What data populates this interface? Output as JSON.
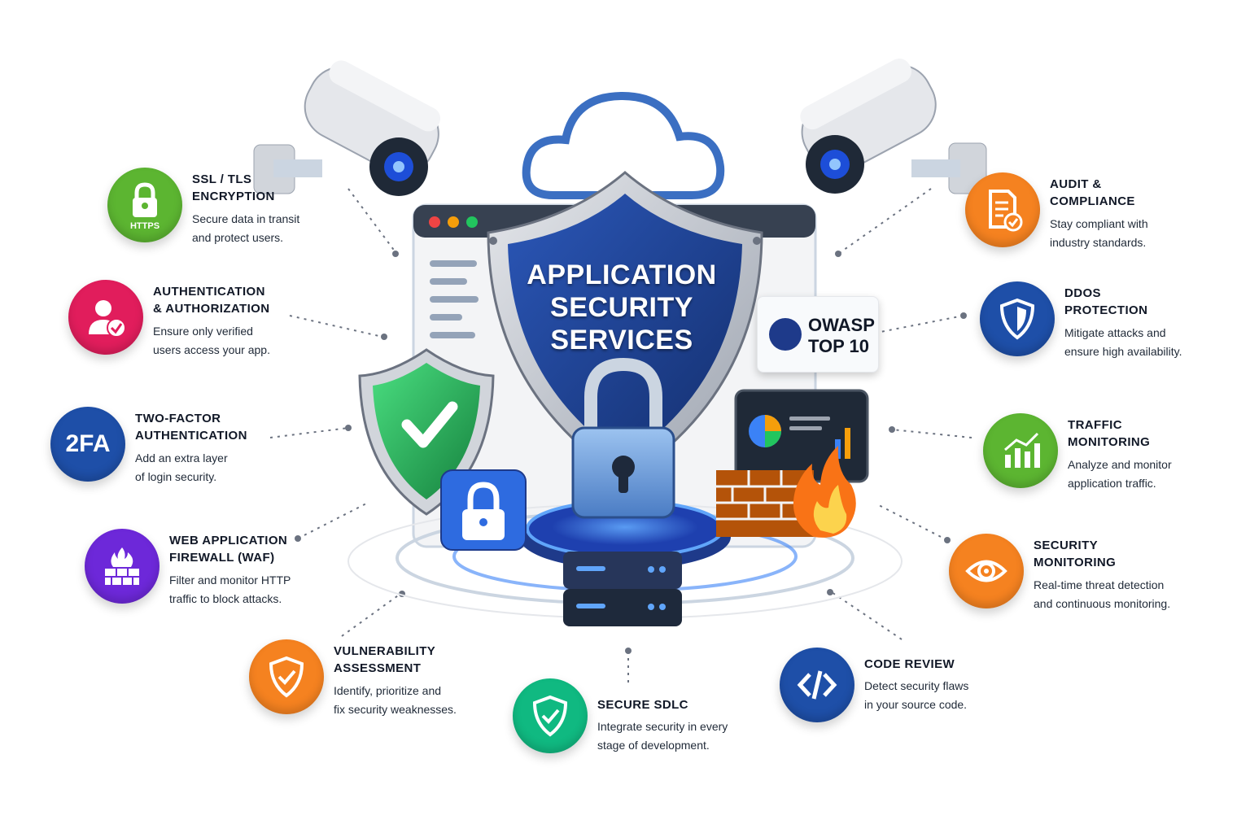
{
  "hero": {
    "title_line1": "APPLICATION",
    "title_line2": "SECURITY",
    "title_line3": "SERVICES"
  },
  "owasp": {
    "name": "OWASP",
    "sub": "TOP 10"
  },
  "services": {
    "ssl": {
      "title": "SSL / TLS\nENCRYPTION",
      "desc": "Secure data in transit\nand protect users.",
      "badge_text": "HTTPS",
      "color": "#5cb531",
      "icon": "padlock-icon"
    },
    "auth": {
      "title": "AUTHENTICATION\n& AUTHORIZATION",
      "desc": "Ensure only verified\nusers access your app.",
      "color": "#e11d5c",
      "icon": "user-check-icon"
    },
    "twofa": {
      "title": "TWO-FACTOR\nAUTHENTICATION",
      "desc": "Add an extra layer\nof login security.",
      "badge_text": "2FA",
      "color": "#1e4fa8",
      "icon": "2fa-icon"
    },
    "waf": {
      "title": "WEB APPLICATION\nFIREWALL (WAF)",
      "desc": "Filter and monitor HTTP\ntraffic to block attacks.",
      "color": "#6d28d9",
      "icon": "firewall-icon"
    },
    "vuln": {
      "title": "VULNERABILITY\nASSESSMENT",
      "desc": "Identify, prioritize and\nfix security weaknesses.",
      "color": "#f58220",
      "icon": "shield-check-icon"
    },
    "sdlc": {
      "title": "SECURE SDLC",
      "desc": "Integrate security in every\nstage of development.",
      "color": "#10b981",
      "icon": "shield-check-icon"
    },
    "code": {
      "title": "CODE REVIEW",
      "desc": "Detect security flaws\nin your source code.",
      "color": "#1e4fa8",
      "icon": "code-icon"
    },
    "secmon": {
      "title": "SECURITY\nMONITORING",
      "desc": "Real-time threat detection\nand continuous monitoring.",
      "color": "#f58220",
      "icon": "eye-icon"
    },
    "traffic": {
      "title": "TRAFFIC\nMONITORING",
      "desc": "Analyze and monitor\napplication traffic.",
      "color": "#5cb531",
      "icon": "chart-icon"
    },
    "ddos": {
      "title": "DDoS\nPROTECTION",
      "desc": "Mitigate attacks and\nensure high availability.",
      "color": "#1e4fa8",
      "icon": "shield-icon"
    },
    "audit": {
      "title": "AUDIT &\nCOMPLIANCE",
      "desc": "Stay compliant with\nindustry standards.",
      "color": "#f58220",
      "icon": "document-check-icon"
    }
  }
}
